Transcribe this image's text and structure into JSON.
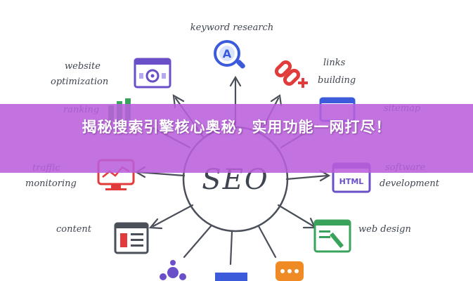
{
  "center_label": "SEO",
  "nodes": {
    "keyword_research": "keyword research",
    "links_building_line1": "links",
    "links_building_line2": "building",
    "website_optimization_line1": "website",
    "website_optimization_line2": "optimization",
    "ranking": "ranking",
    "sitemap": "sitemap",
    "traffic_monitoring_line1": "traffic",
    "traffic_monitoring_line2": "monitoring",
    "software_development_line1": "software",
    "software_development_line2": "development",
    "content": "content",
    "web_design": "web design",
    "html_icon_text": "HTML"
  },
  "banner": {
    "title": "揭秘搜索引擎核心奥秘，实用功能一网打尽！"
  },
  "colors": {
    "banner": "#ba60dc",
    "icon_blue": "#3b5bdb",
    "icon_red": "#e23b3b",
    "icon_green": "#3aa35b",
    "icon_purple": "#6a4fc9",
    "icon_orange": "#f08a24"
  }
}
